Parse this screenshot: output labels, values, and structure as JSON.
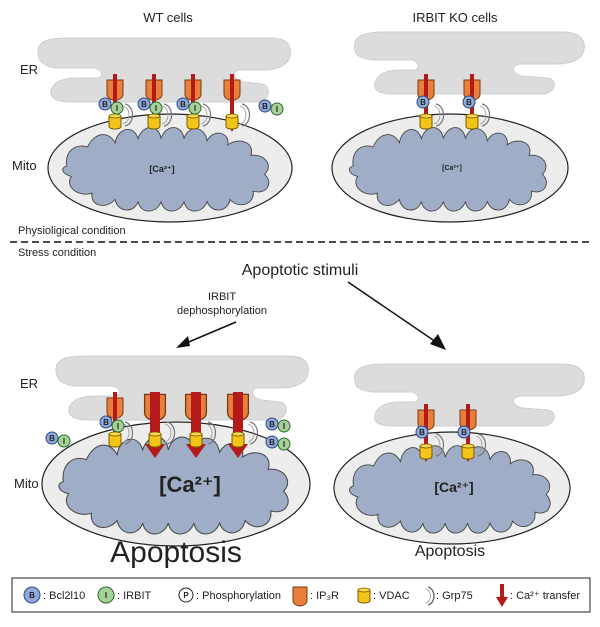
{
  "panels": {
    "wt_title": "WT cells",
    "ko_title": "IRBIT KO cells",
    "er_label": "ER",
    "mito_label": "Mito",
    "ca_label": "[Ca²⁺]",
    "physiological": "Physioligical condition",
    "stress": "Stress condition"
  },
  "stimuli": {
    "apoptotic_stimuli": "Apoptotic stimuli",
    "irbit_line1": "IRBIT",
    "irbit_line2": "dephosphorylation"
  },
  "outcomes": {
    "wt_apoptosis": "Apoptosis",
    "ko_apoptosis": "Apoptosis"
  },
  "tokens": {
    "b": "B",
    "i": "I",
    "p": "P"
  },
  "legend": {
    "bcl2l10": ": Bcl2l10",
    "irbit": ": IRBIT",
    "phosphorylation": ": Phosphorylation",
    "ip3r": ": IP₃R",
    "vdac": ": VDAC",
    "grp75": ": Grp75",
    "ca_transfer": ": Ca²⁺ transfer"
  },
  "colors": {
    "er_fill": "#dcdcdc",
    "mito_outer": "#ededed",
    "mito_inner": "#9fadc6",
    "ip3r": "#e8803a",
    "vdac": "#f2c318",
    "arrow_red": "#b51a1a",
    "bcl_blue": "#8fa9d8",
    "irbit_green": "#a6d29a"
  },
  "icons": [
    "bcl2l10-icon",
    "irbit-icon",
    "phosphorylation-icon",
    "ip3r-icon",
    "vdac-icon",
    "grp75-icon",
    "ca-transfer-arrow-icon"
  ]
}
